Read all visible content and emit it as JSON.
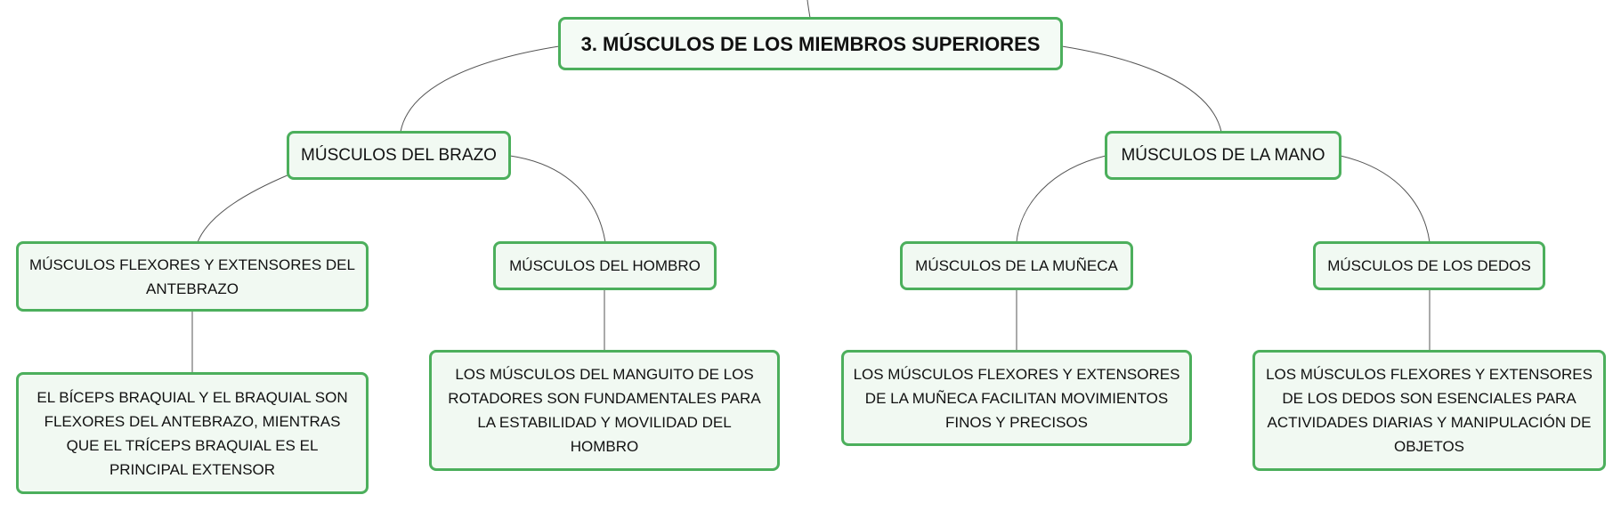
{
  "root": {
    "label": "3. MÚSCULOS DE LOS MIEMBROS SUPERIORES"
  },
  "branches": [
    {
      "label": "MÚSCULOS DEL BRAZO",
      "children": [
        {
          "label": "MÚSCULOS FLEXORES Y EXTENSORES DEL ANTEBRAZO",
          "detail": "EL BÍCEPS BRAQUIAL Y EL BRAQUIAL SON FLEXORES DEL ANTEBRAZO, MIENTRAS QUE EL TRÍCEPS BRAQUIAL ES EL PRINCIPAL EXTENSOR"
        },
        {
          "label": "MÚSCULOS DEL HOMBRO",
          "detail": "LOS MÚSCULOS DEL MANGUITO DE LOS ROTADORES SON FUNDAMENTALES PARA LA ESTABILIDAD Y MOVILIDAD DEL HOMBRO"
        }
      ]
    },
    {
      "label": "MÚSCULOS DE LA MANO",
      "children": [
        {
          "label": "MÚSCULOS DE LA MUÑECA",
          "detail": "LOS MÚSCULOS FLEXORES Y EXTENSORES DE LA MUÑECA FACILITAN MOVIMIENTOS FINOS Y PRECISOS"
        },
        {
          "label": "MÚSCULOS DE LOS DEDOS",
          "detail": "LOS MÚSCULOS FLEXORES Y EXTENSORES DE LOS DEDOS SON ESENCIALES PARA ACTIVIDADES DIARIAS Y MANIPULACIÓN DE OBJETOS"
        }
      ]
    }
  ],
  "colors": {
    "node_border": "#4caf5c",
    "node_fill": "#f1f9f2",
    "connector": "#555555"
  }
}
